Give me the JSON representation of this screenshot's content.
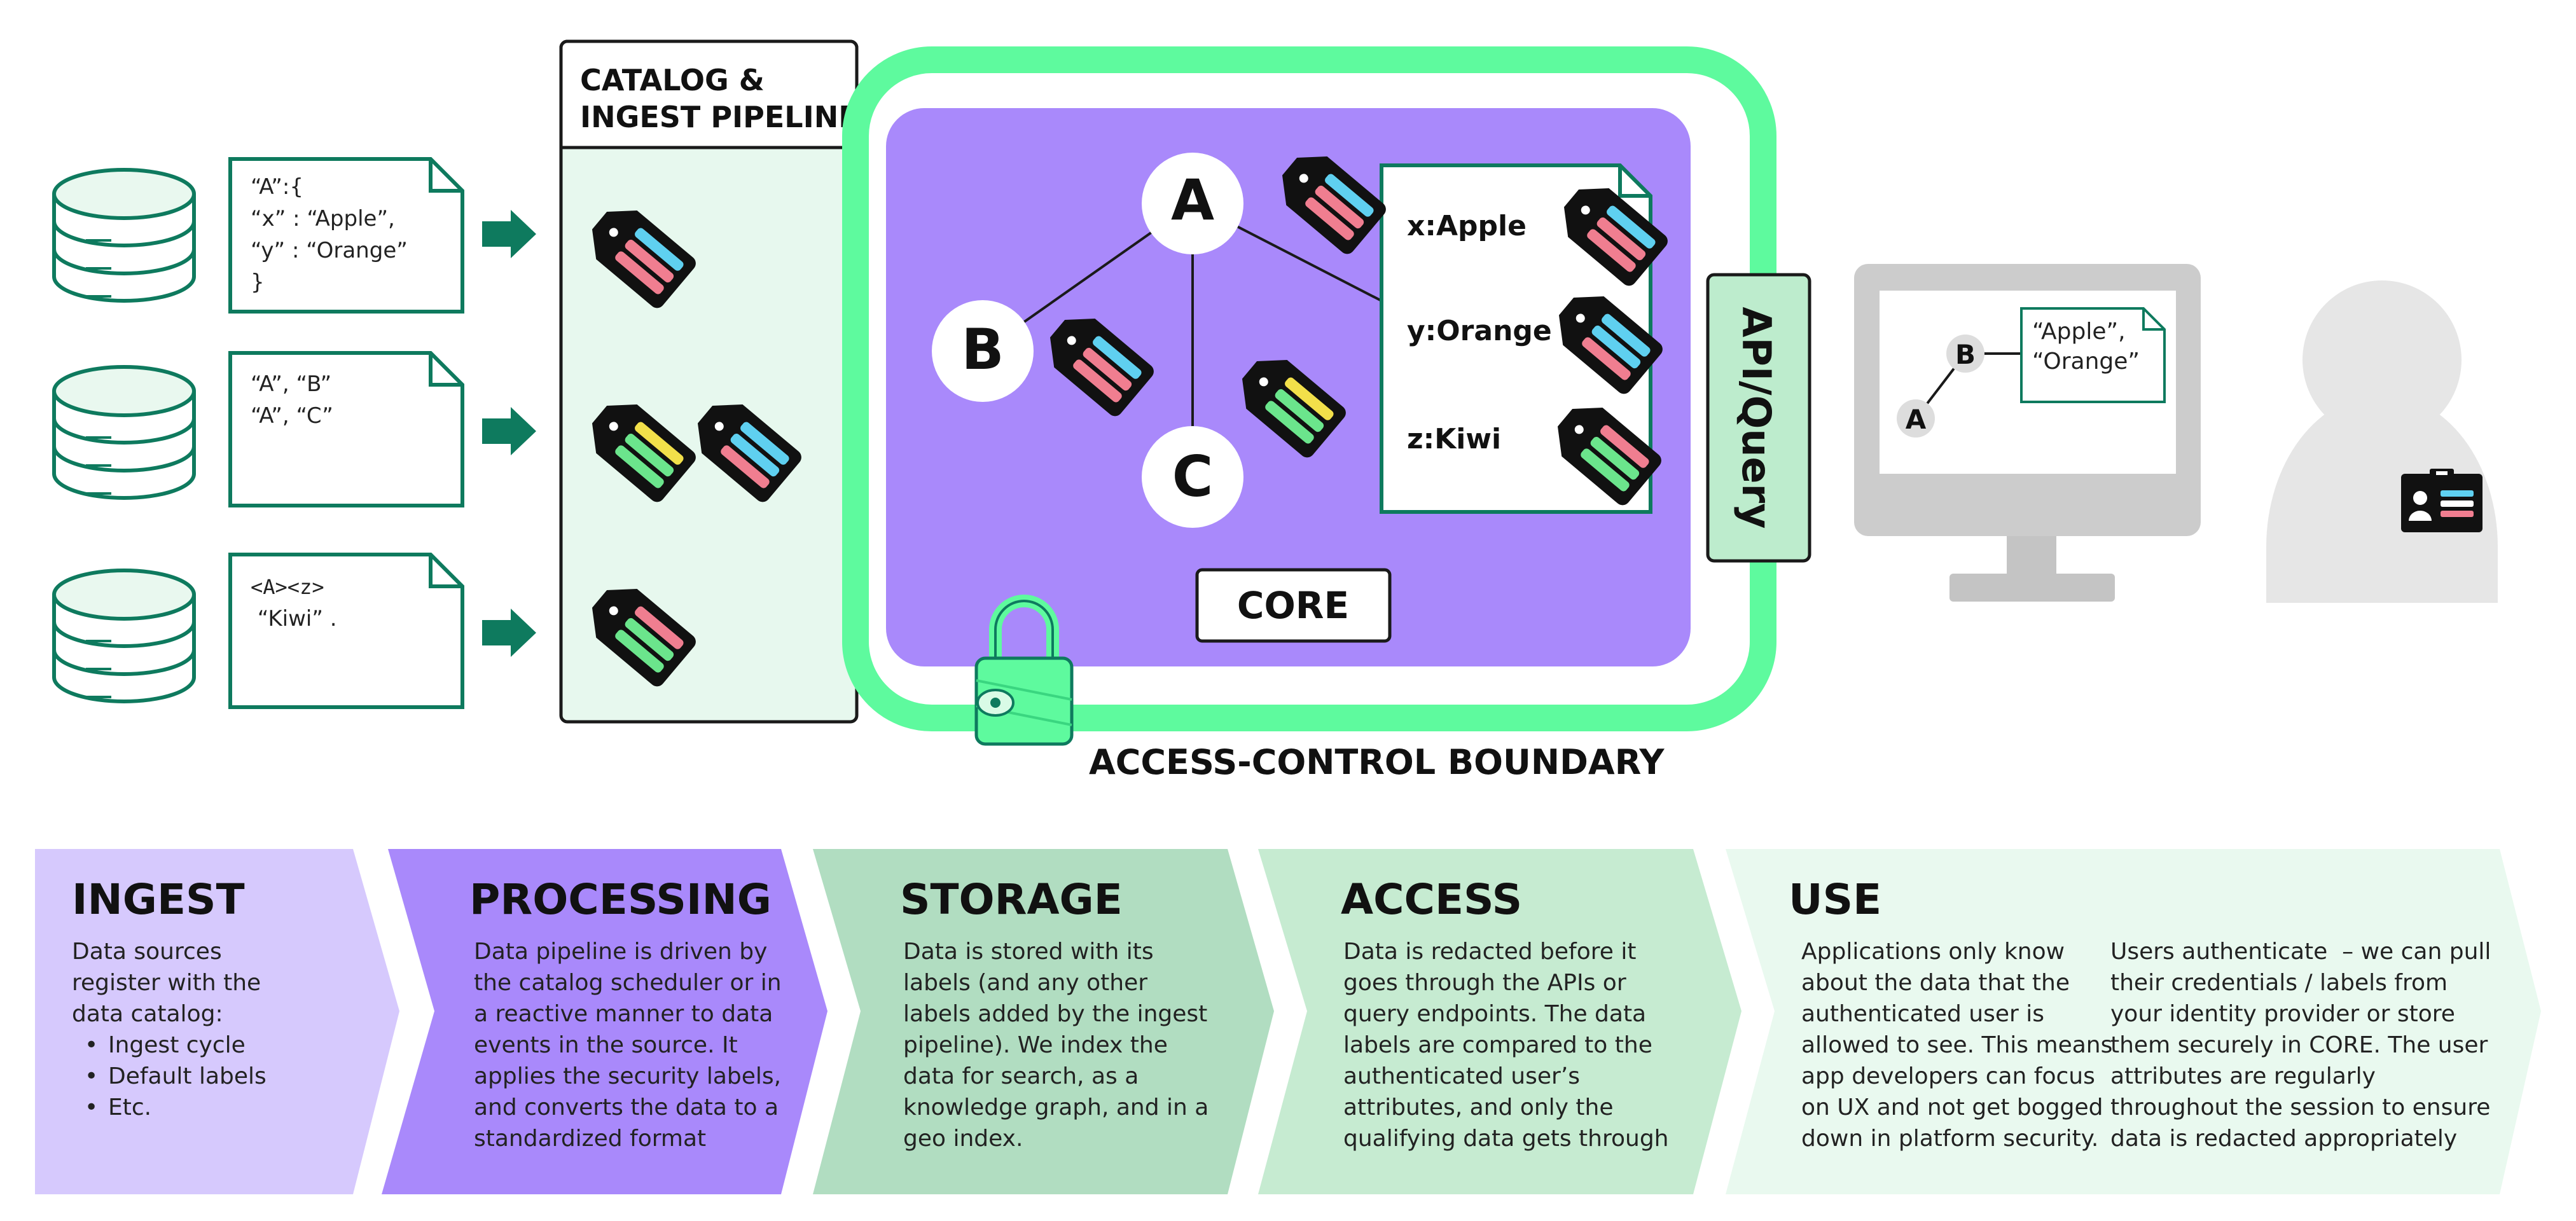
{
  "colors": {
    "green_dark": "#0e7a5e",
    "green_bright": "#5efa9e",
    "mint_bg": "#e7f8ee",
    "purple": "#a989fb",
    "purple_light": "#d6c9fd",
    "stage_storage": "#b1ddc1",
    "stage_access": "#c6ebd1",
    "stage_use": "#e9f9ef",
    "tag_colors": [
      "#5fd0f0",
      "#f07e90",
      "#f2e04a",
      "#6be58c"
    ]
  },
  "sources": [
    {
      "icon": "database-icon",
      "doc_lines": [
        "“A”:{",
        "“x” : “Apple”,",
        "“y” : “Orange”",
        "}"
      ],
      "arrow": "arrow-right-icon"
    },
    {
      "icon": "database-icon",
      "doc_lines": [
        "“A”, “B”",
        "“A”, “C”"
      ],
      "arrow": "arrow-right-icon"
    },
    {
      "icon": "database-icon",
      "doc_lines": [
        "<A><z>",
        " “Kiwi” ."
      ],
      "arrow": "arrow-right-icon"
    }
  ],
  "catalog": {
    "title_lines": [
      "CATALOG &",
      "INGEST PIPELINE"
    ]
  },
  "core": {
    "label": "CORE",
    "nodes": [
      "A",
      "B",
      "C"
    ],
    "properties": [
      "x:Apple",
      "y:Orange",
      "z:Kiwi"
    ]
  },
  "boundary_label": "ACCESS-CONTROL BOUNDARY",
  "api_label": "API/Query",
  "monitor": {
    "nodes": [
      "A",
      "B"
    ],
    "doc_lines": [
      "“Apple”,",
      "“Orange”"
    ]
  },
  "user": {
    "icons": [
      "user-avatar-icon",
      "id-badge-icon"
    ]
  },
  "stages": [
    {
      "title": "INGEST",
      "lines": [
        "Data sources",
        "register with the",
        "data catalog:"
      ],
      "bullets": [
        "Ingest cycle",
        "Default labels",
        "Etc."
      ]
    },
    {
      "title": "PROCESSING",
      "lines": [
        "Data pipeline is driven by",
        "the catalog scheduler or in",
        "a reactive manner to data",
        "events in the source. It",
        "applies the security labels,",
        "and converts the data to a",
        "standardized format"
      ]
    },
    {
      "title": "STORAGE",
      "lines": [
        "Data is stored with its",
        "labels (and any other",
        "labels added by the ingest",
        "pipeline). We index the",
        "data for search, as a",
        "knowledge graph, and in a",
        "geo index."
      ]
    },
    {
      "title": "ACCESS",
      "lines": [
        "Data is redacted before it",
        "goes through the APIs or",
        "query endpoints. The data",
        "labels are compared to the",
        "authenticated user’s",
        "attributes, and only the",
        "qualifying data gets through"
      ]
    },
    {
      "title": "USE",
      "lines": [
        "Applications only know",
        "about the data that the",
        "authenticated user is",
        "allowed to see. This means",
        "app developers can focus",
        "on UX and not get bogged",
        "down in platform security."
      ],
      "lines2": [
        "Users authenticate  – we can pull",
        "their credentials / labels from",
        "your identity provider or store",
        "them securely in CORE. The user",
        "attributes are regularly",
        "throughout the session to ensure",
        "data is redacted appropriately"
      ]
    }
  ]
}
